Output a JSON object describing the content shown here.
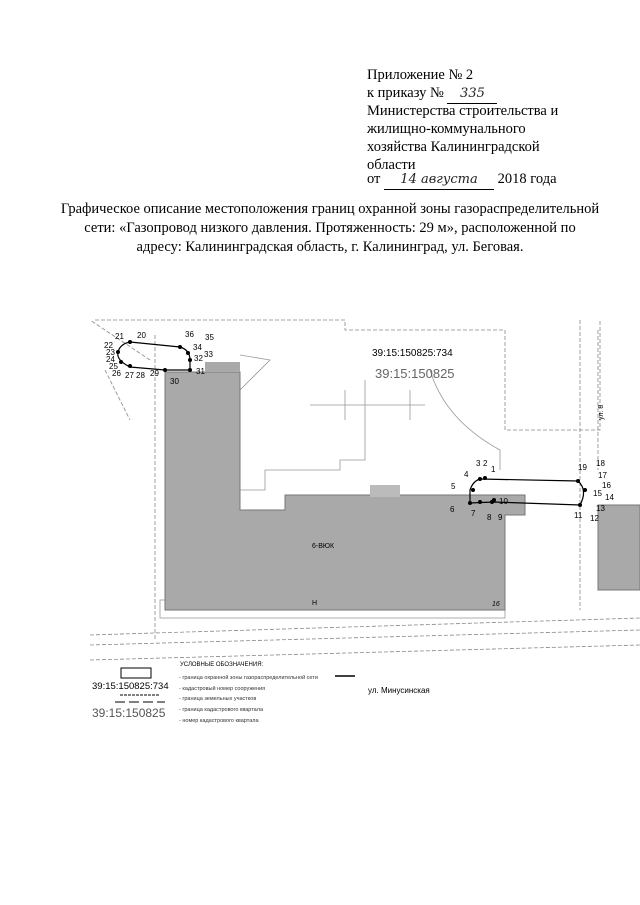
{
  "header": {
    "line1": "Приложение № 2",
    "line2_prefix": "к приказу №",
    "order_number": "335",
    "line3": "Министерства строительства и",
    "line4": "жилищно-коммунального",
    "line5": "хозяйства Калининградской",
    "line6": "области",
    "date_prefix": "от",
    "date_handwritten": "14 августа",
    "date_suffix": "2018 года"
  },
  "title": "Графическое описание местоположения границ охранной зоны газораспределительной сети: «Газопровод низкого давления. Протяженность: 29 м», расположенной по адресу: Калининградская область, г. Калининград, ул. Беговая.",
  "map": {
    "structure_cadastral_number": "39:15:150825:734",
    "quarter_number": "39:15:150825",
    "building_label": "6-ВЮК",
    "floor_label_n": "Н",
    "floor_label_16": "16",
    "street_vertical": "ул. 8",
    "street_minusinskaya": "ул. Минусинская",
    "points": [
      "1",
      "2",
      "3",
      "4",
      "5",
      "6",
      "7",
      "8",
      "9",
      "10",
      "11",
      "12",
      "13",
      "14",
      "15",
      "16",
      "17",
      "18",
      "19",
      "20",
      "21",
      "22",
      "23",
      "24",
      "25",
      "26",
      "27",
      "28",
      "29",
      "30",
      "31",
      "32",
      "33",
      "34",
      "35",
      "36"
    ]
  },
  "legend": {
    "title": "УСЛОВНЫЕ ОБОЗНАЧЕНИЯ:",
    "items": [
      "- граница охранной зоны газораспределительной сети",
      "- кадастровый номер сооружения",
      "- граница земельных участков",
      "- граница кадастрового квартала",
      "- номер кадастрового квартала"
    ],
    "sample_structure_number": "39:15:150825:734",
    "sample_quarter_number": "39:15:150825"
  },
  "colors": {
    "building": "#a9a9a9",
    "zone_line": "#000000",
    "lines": "#777777"
  }
}
